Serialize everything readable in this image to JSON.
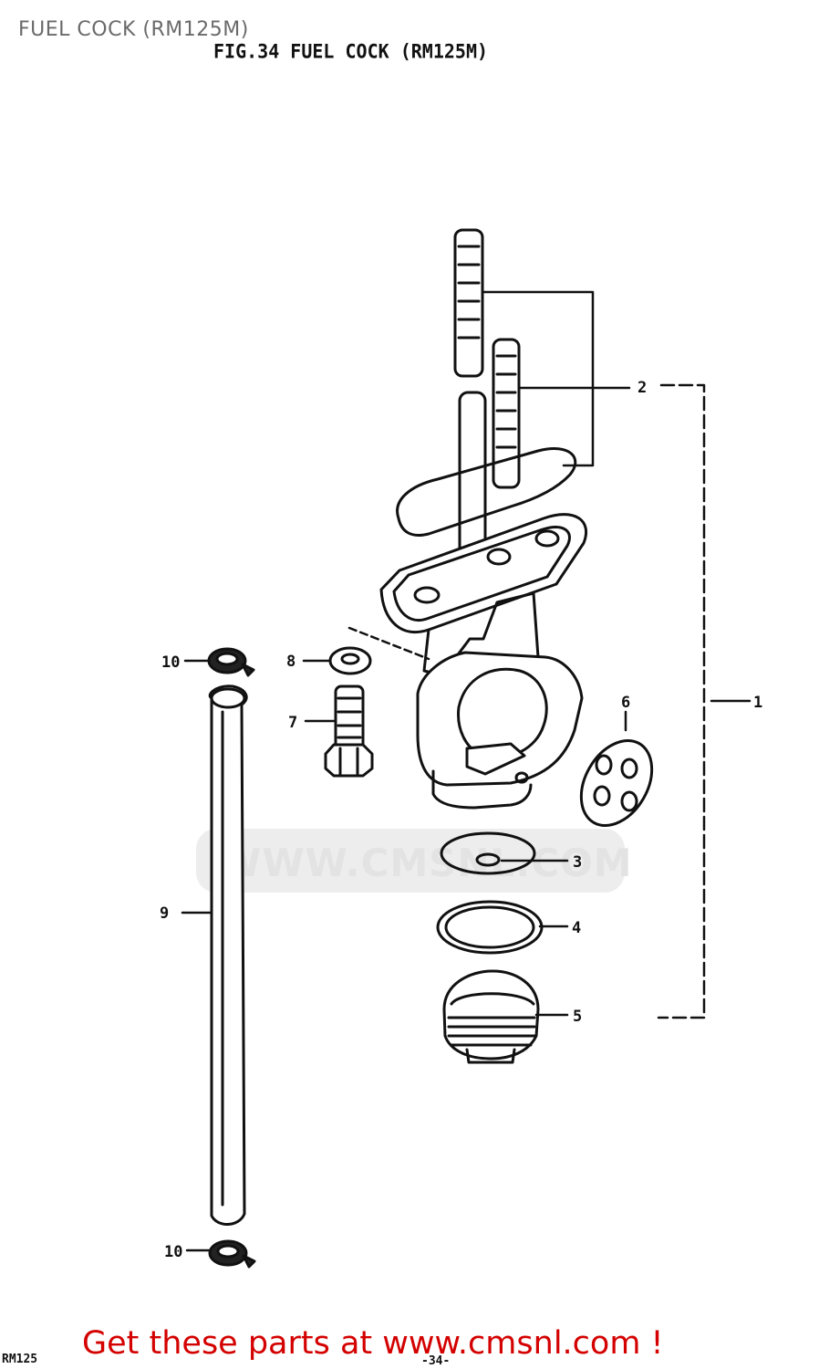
{
  "page_title": "FUEL COCK (RM125M)",
  "figure_title": "FIG.34  FUEL COCK (RM125M)",
  "watermark": "WWW.CMSNL.COM",
  "parts": [
    {
      "num": "1",
      "icon": "fuel-cock-assembly-icon"
    },
    {
      "num": "2",
      "icon": "stud-bolt-icon"
    },
    {
      "num": "3",
      "icon": "filter-disc-icon"
    },
    {
      "num": "4",
      "icon": "o-ring-icon"
    },
    {
      "num": "5",
      "icon": "sediment-cup-icon"
    },
    {
      "num": "6",
      "icon": "valve-gasket-icon"
    },
    {
      "num": "7",
      "icon": "bolt-icon"
    },
    {
      "num": "8",
      "icon": "washer-icon"
    },
    {
      "num": "9",
      "icon": "fuel-hose-icon"
    },
    {
      "num": "10",
      "icon": "hose-clip-icon"
    }
  ],
  "callouts": {
    "c1": "1",
    "c2": "2",
    "c3": "3",
    "c4": "4",
    "c5": "5",
    "c6": "6",
    "c7": "7",
    "c8": "8",
    "c9": "9",
    "c10a": "10",
    "c10b": "10"
  },
  "footer": {
    "model": "RM125",
    "page": "-34-",
    "cta": "Get these parts at www.cmsnl.com !"
  },
  "colors": {
    "cta": "#d40000",
    "ink": "#111111",
    "watermark": "#e3e3e3"
  }
}
